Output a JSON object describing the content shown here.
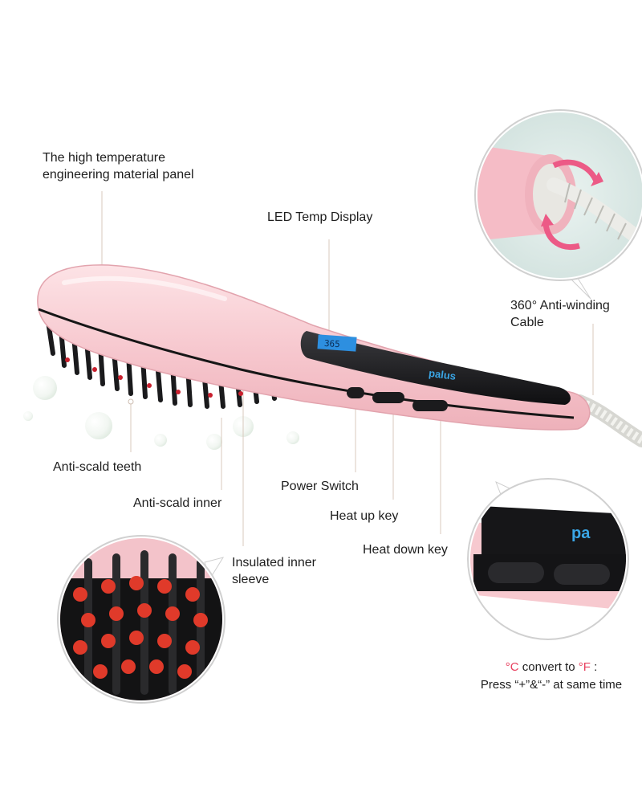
{
  "labels": {
    "panel": "The high temperature engineering material panel",
    "led": "LED Temp Display",
    "cable": "360° Anti-winding Cable",
    "teeth": "Anti-scald teeth",
    "inner": "Anti-scald inner",
    "power": "Power Switch",
    "heat_up": "Heat up key",
    "heat_down": "Heat down key",
    "sleeve": "Insulated inner sleeve"
  },
  "display": {
    "temp": "365"
  },
  "brand": "palus",
  "brand_zoom": "pa",
  "convert_note": {
    "celsius": "°C",
    "mid": " convert to ",
    "fahrenheit": "°F",
    "colon": " :",
    "line2": "Press “+”&“-” at same time"
  },
  "colors": {
    "body_pink": "#f7c9cf",
    "accent_red": "#e8405f",
    "display_blue": "#2d8fe0",
    "arrow_pink": "#ec5a86"
  }
}
